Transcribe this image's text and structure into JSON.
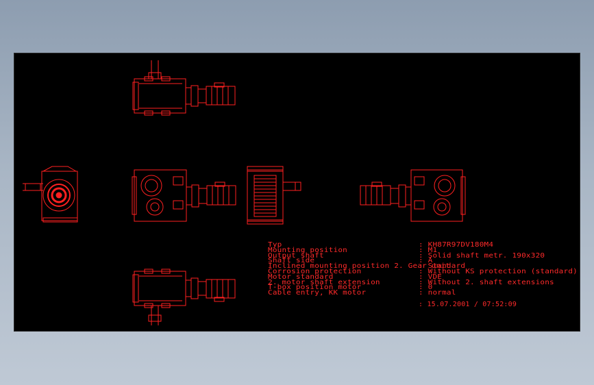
{
  "info_table": {
    "rows": [
      {
        "label": "Typ",
        "value": ": KH87R97DV180M4"
      },
      {
        "label": "Mounting position",
        "value": ": M1"
      },
      {
        "label": "Output shaft",
        "value": ": Solid shaft metr. 190x320"
      },
      {
        "label": "Shaft side",
        "value": ": A"
      },
      {
        "label": "Inclined mounting position 2. Gear unit",
        "value": ": Standard"
      },
      {
        "label": "Corrosion protection",
        "value": ": Without KS protection (standard)"
      },
      {
        "label": "Motor standard",
        "value": ": VDE"
      },
      {
        "label": "2. motor shaft extension",
        "value": ": Without 2. shaft extensions"
      },
      {
        "label": "T-box position motor",
        "value": ": 0"
      },
      {
        "label": "Cable entry, KK motor",
        "value": ": normal"
      }
    ],
    "timestamp": ": 15.07.2001  /  07:52:09"
  },
  "colors": {
    "line": "#ff2020",
    "background": "#000000",
    "window": "#9aa8b8"
  }
}
